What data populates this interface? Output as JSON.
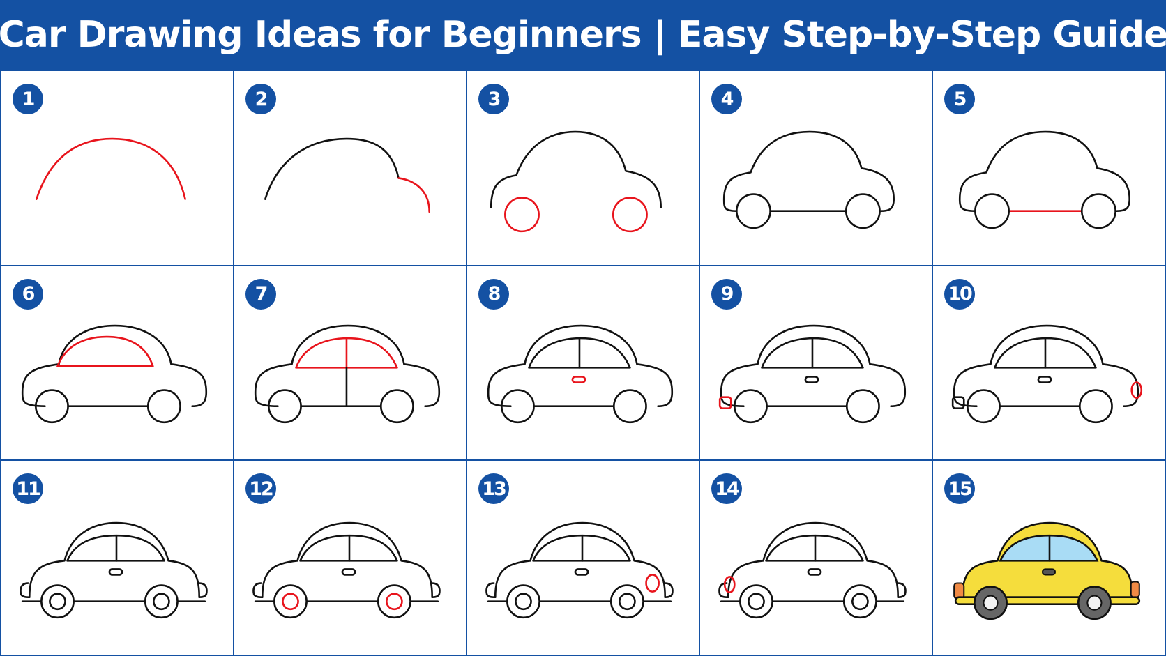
{
  "title": "Car Drawing Ideas for Beginners | Easy Step-by-Step Guide",
  "colors": {
    "accent": "#1451a3",
    "line": "#111111",
    "highlight": "#e8141c",
    "body_fill": "#f5dd3c",
    "window_fill": "#a9dcf5",
    "light_fill": "#f08a45",
    "tire_fill": "#666666",
    "hub_fill": "#f2f2f2"
  },
  "steps": [
    {
      "number": "1"
    },
    {
      "number": "2"
    },
    {
      "number": "3"
    },
    {
      "number": "4"
    },
    {
      "number": "5"
    },
    {
      "number": "6"
    },
    {
      "number": "7"
    },
    {
      "number": "8"
    },
    {
      "number": "9"
    },
    {
      "number": "10"
    },
    {
      "number": "11"
    },
    {
      "number": "12"
    },
    {
      "number": "13"
    },
    {
      "number": "14"
    },
    {
      "number": "15"
    }
  ]
}
